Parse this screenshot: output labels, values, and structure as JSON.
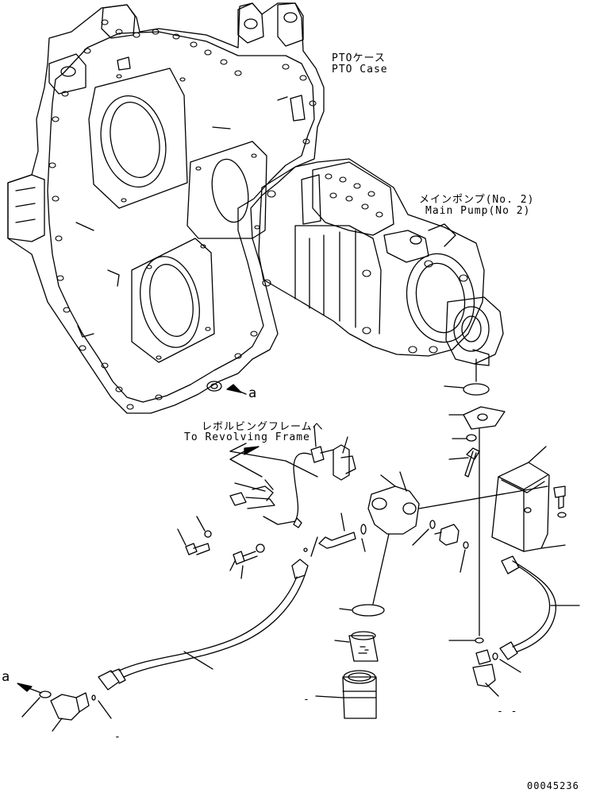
{
  "labels": {
    "pto_case_jp": "PTOケース",
    "pto_case_en": "PTO Case",
    "main_pump_jp": "メインポンプ(No. 2)",
    "main_pump_en": "Main Pump(No 2)",
    "revolving_jp": "レボルビングフレームへ",
    "revolving_en": "To Revolving Frame",
    "ref_a_upper": "a",
    "ref_a_lower": "a",
    "dash_1": "-",
    "dash_2": "-",
    "dash_3": "- -",
    "drawing_number": "00045236"
  },
  "colors": {
    "line": "#000000",
    "background": "#ffffff"
  }
}
